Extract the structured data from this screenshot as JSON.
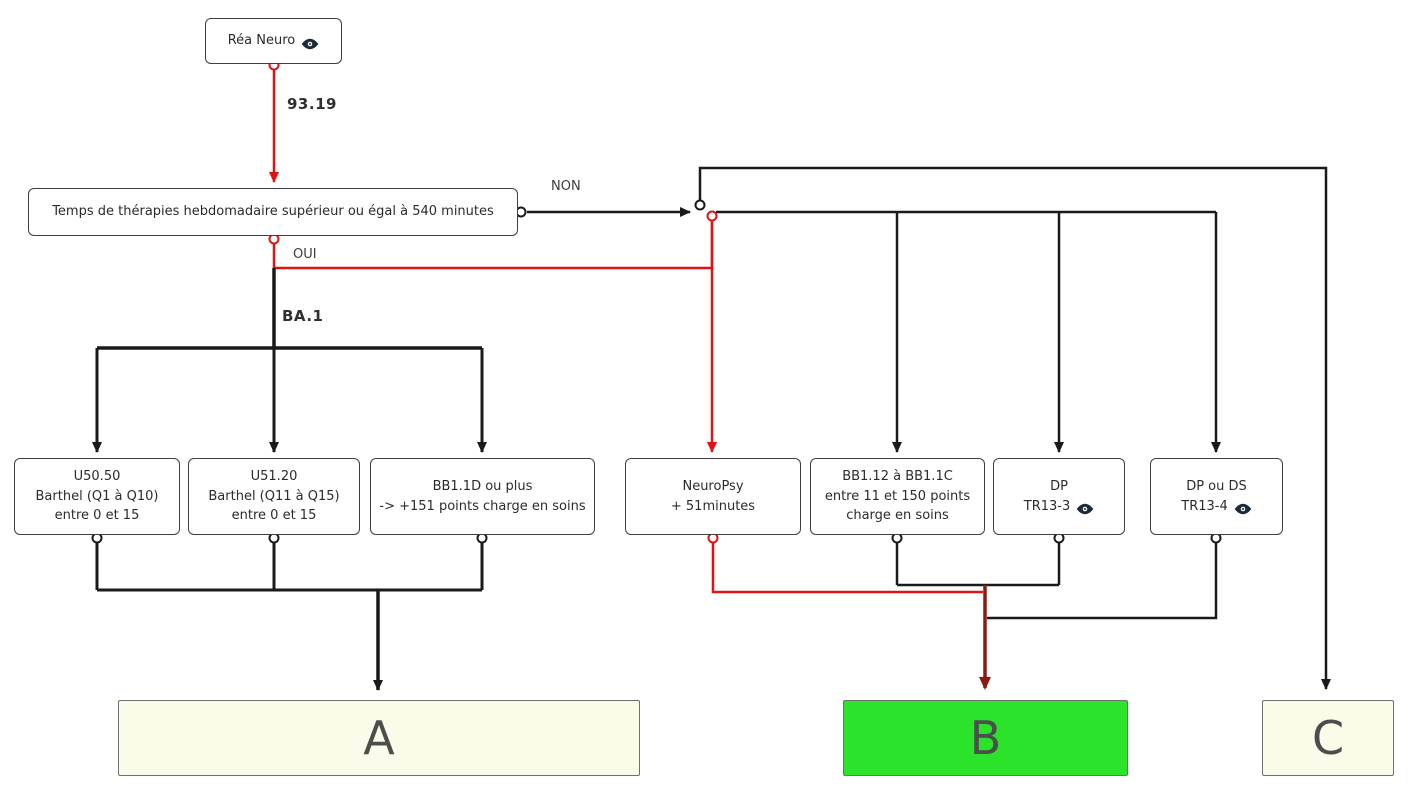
{
  "diagram": {
    "edge_labels": {
      "code_939": "93.19",
      "non": "NON",
      "oui": "OUI",
      "ba1": "BA.1"
    },
    "nodes": {
      "rea_neuro": {
        "label": "Réa Neuro"
      },
      "temps": {
        "label": "Temps de thérapies hebdomadaire supérieur ou égal à 540 minutes"
      },
      "u5050": {
        "lines": [
          "U50.50",
          "Barthel (Q1 à Q10)",
          "entre 0 et 15"
        ]
      },
      "u5120": {
        "lines": [
          "U51.20",
          "Barthel (Q11 à Q15)",
          "entre 0 et 15"
        ]
      },
      "bb11d": {
        "lines": [
          "BB1.1D ou plus",
          "-> +151 points charge en soins"
        ]
      },
      "neuropsy": {
        "lines": [
          "NeuroPsy",
          "+ 51minutes"
        ]
      },
      "bb112": {
        "lines": [
          "BB1.12 à BB1.1C",
          "entre 11 et 150 points",
          "charge en soins"
        ]
      },
      "dp_tr133": {
        "lines": [
          "DP",
          "TR13-3"
        ]
      },
      "dp_ds_tr134": {
        "lines": [
          "DP ou DS",
          "TR13-4"
        ]
      },
      "result_a": {
        "label": "A"
      },
      "result_b": {
        "label": "B"
      },
      "result_c": {
        "label": "C"
      }
    },
    "colors": {
      "wire_black": "#1a1a1a",
      "wire_red": "#e01212",
      "wire_dark_red": "#8c1a0e",
      "result_bg": "#fbfbe9",
      "result_selected_bg": "#2be32b"
    }
  }
}
